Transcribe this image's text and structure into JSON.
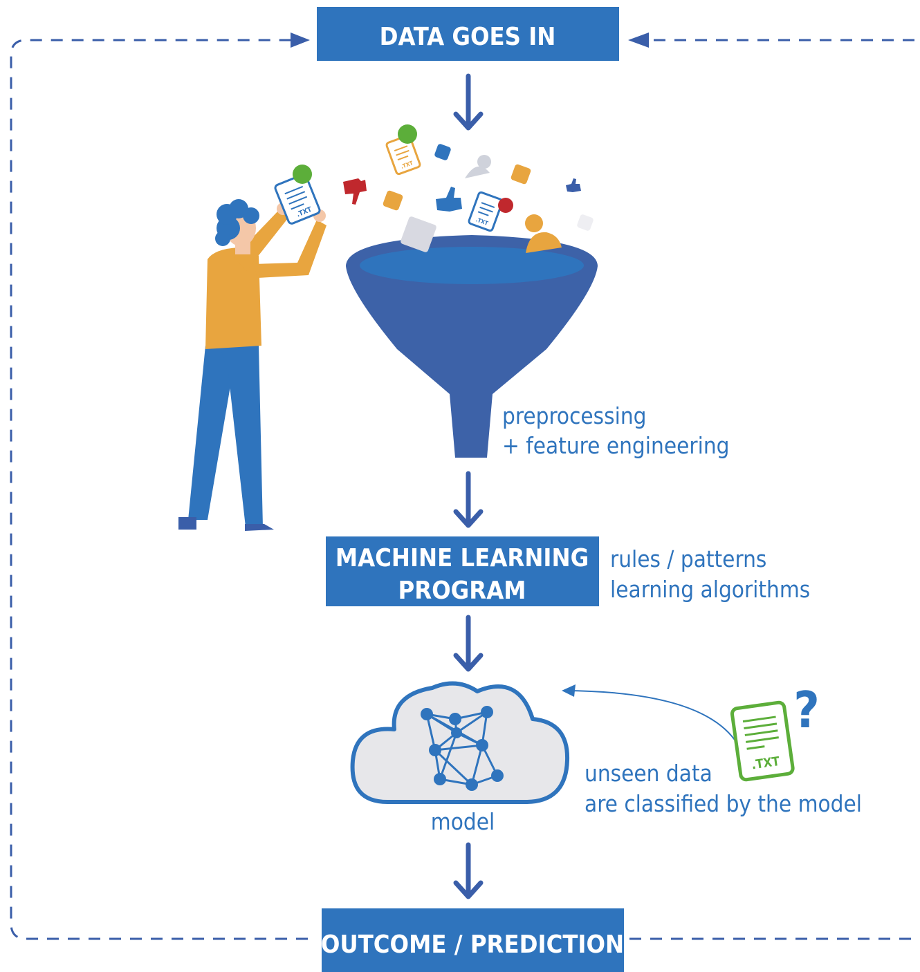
{
  "colors": {
    "box": "#2f74bd",
    "arrow": "#3a5ea9",
    "funnel": "#3d62a8",
    "funnel_rim": "#2f74bd",
    "text": "#2f74bd",
    "shirt": "#e8a53f",
    "pants": "#2f74bd",
    "cloud_fill": "#e7e7ea",
    "doc_green": "#5cae3a",
    "doc_orange": "#e8a53f",
    "red": "#c0282d"
  },
  "boxes": {
    "data_in": "DATA GOES IN",
    "ml_line1": "MACHINE LEARNING",
    "ml_line2": "PROGRAM",
    "outcome": "OUTCOME / PREDICTION"
  },
  "notes": {
    "pre_line1": "preprocessing",
    "pre_line2": "+ feature engineering",
    "rules_line1": "rules / patterns",
    "rules_line2": "learning algorithms",
    "model": "model",
    "unseen_line1": "unseen data",
    "unseen_line2": "are classified by the model"
  },
  "icons": {
    "doc_label": ".TXT",
    "question": "?"
  }
}
